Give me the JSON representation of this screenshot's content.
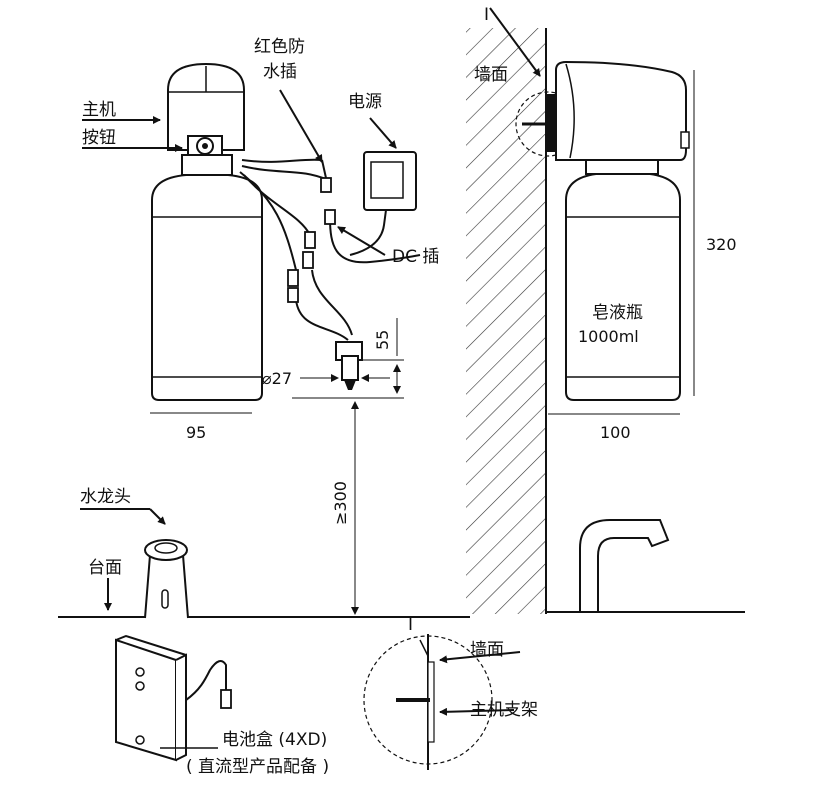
{
  "labels": {
    "red_plug_line1": "红色防",
    "red_plug_line2": "水插",
    "power": "电源",
    "main_unit": "主机",
    "button": "按钮",
    "dc_plug": "DC 插",
    "dim_55": "55",
    "dim_dia27": "⌀27",
    "dim_95": "95",
    "dim_ge300": "≥300",
    "faucet": "水龙头",
    "countertop": "台面",
    "wall_top": "墙面",
    "section_mark_top": "I",
    "dim_320": "320",
    "bottle_name": "皂液瓶",
    "bottle_volume": "1000ml",
    "dim_100": "100",
    "section_mark_bottom": "I",
    "wall_bottom": "墙面",
    "bracket": "主机支架",
    "battery_box": "电池盒 (4XD)",
    "battery_note": "( 直流型产品配备 )"
  }
}
